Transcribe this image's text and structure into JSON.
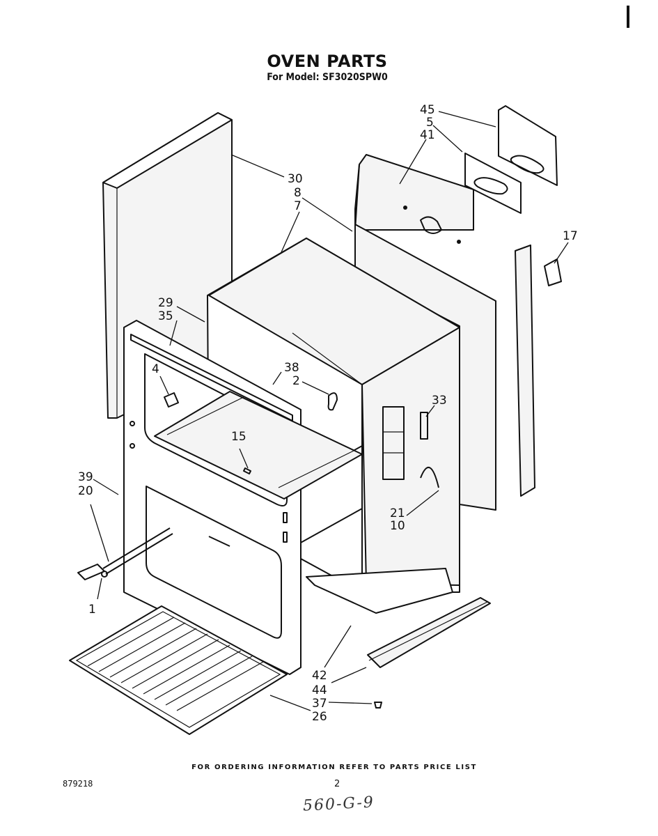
{
  "header": {
    "title": "OVEN PARTS",
    "subtitle": "For Model: SF3020SPW0"
  },
  "callouts": [
    "45",
    "5",
    "41",
    "30",
    "8",
    "7",
    "17",
    "29",
    "35",
    "38",
    "2",
    "4",
    "33",
    "15",
    "39",
    "20",
    "21",
    "10",
    "1",
    "42",
    "44",
    "37",
    "26"
  ],
  "footer": {
    "ordering_note": "FOR ORDERING INFORMATION REFER TO PARTS PRICE LIST",
    "document_number": "879218",
    "page_number": "2",
    "handwritten_note": "560-G-9"
  }
}
